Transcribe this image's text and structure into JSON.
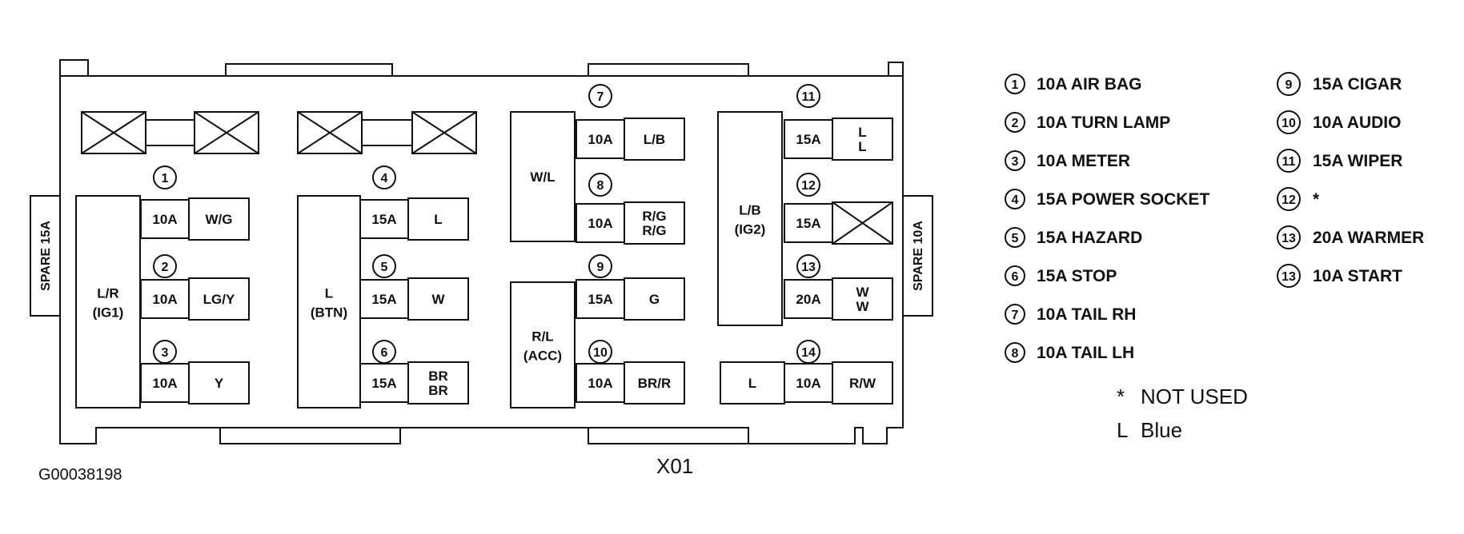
{
  "diagram_id": "G00038198",
  "connector": "X01",
  "spares": {
    "left": "SPARE 15A",
    "right": "SPARE 10A"
  },
  "relays": [
    {
      "id": "ig1",
      "lines": [
        "L/R",
        "(IG1)"
      ]
    },
    {
      "id": "btn",
      "lines": [
        "L",
        "(BTN)"
      ]
    },
    {
      "id": "wl",
      "lines": [
        "W/L"
      ]
    },
    {
      "id": "acc",
      "lines": [
        "R/L",
        "(ACC)"
      ]
    },
    {
      "id": "ig2",
      "lines": [
        "L/B",
        "(IG2)"
      ]
    }
  ],
  "fuses": [
    {
      "num": "1",
      "amp": "10A",
      "wire": [
        "W/G"
      ]
    },
    {
      "num": "2",
      "amp": "10A",
      "wire": [
        "LG/Y"
      ]
    },
    {
      "num": "3",
      "amp": "10A",
      "wire": [
        "Y"
      ]
    },
    {
      "num": "4",
      "amp": "15A",
      "wire": [
        "L"
      ]
    },
    {
      "num": "5",
      "amp": "15A",
      "wire": [
        "W"
      ]
    },
    {
      "num": "6",
      "amp": "15A",
      "wire": [
        "BR",
        "BR"
      ]
    },
    {
      "num": "7",
      "amp": "10A",
      "wire": [
        "L/B"
      ]
    },
    {
      "num": "8",
      "amp": "10A",
      "wire": [
        "R/G",
        "R/G"
      ]
    },
    {
      "num": "9",
      "amp": "15A",
      "wire": [
        "G"
      ]
    },
    {
      "num": "10",
      "amp": "10A",
      "wire": [
        "BR/R"
      ]
    },
    {
      "num": "11",
      "amp": "15A",
      "wire": [
        "L",
        "L"
      ]
    },
    {
      "num": "12",
      "amp": "15A",
      "wire": []
    },
    {
      "num": "13",
      "amp": "20A",
      "wire": [
        "W",
        "W"
      ]
    },
    {
      "num": "14",
      "amp": "10A",
      "wire": [
        "R/W"
      ],
      "left_wire": "L"
    }
  ],
  "legend_left": [
    {
      "num": "1",
      "text": "10A AIR BAG"
    },
    {
      "num": "2",
      "text": "10A TURN LAMP"
    },
    {
      "num": "3",
      "text": "10A METER"
    },
    {
      "num": "4",
      "text": "15A POWER SOCKET"
    },
    {
      "num": "5",
      "text": "15A HAZARD"
    },
    {
      "num": "6",
      "text": "15A STOP"
    },
    {
      "num": "7",
      "text": "10A TAIL RH"
    },
    {
      "num": "8",
      "text": "10A TAIL LH"
    }
  ],
  "legend_right": [
    {
      "num": "9",
      "text": "15A CIGAR"
    },
    {
      "num": "10",
      "text": "10A AUDIO"
    },
    {
      "num": "11",
      "text": "15A WIPER"
    },
    {
      "num": "12",
      "text": "*"
    },
    {
      "num": "13",
      "text": "20A WARMER"
    },
    {
      "num": "13",
      "text": "10A START"
    }
  ],
  "notes": [
    {
      "sym": "*",
      "text": "NOT USED"
    },
    {
      "sym": "L",
      "text": "Blue"
    }
  ]
}
